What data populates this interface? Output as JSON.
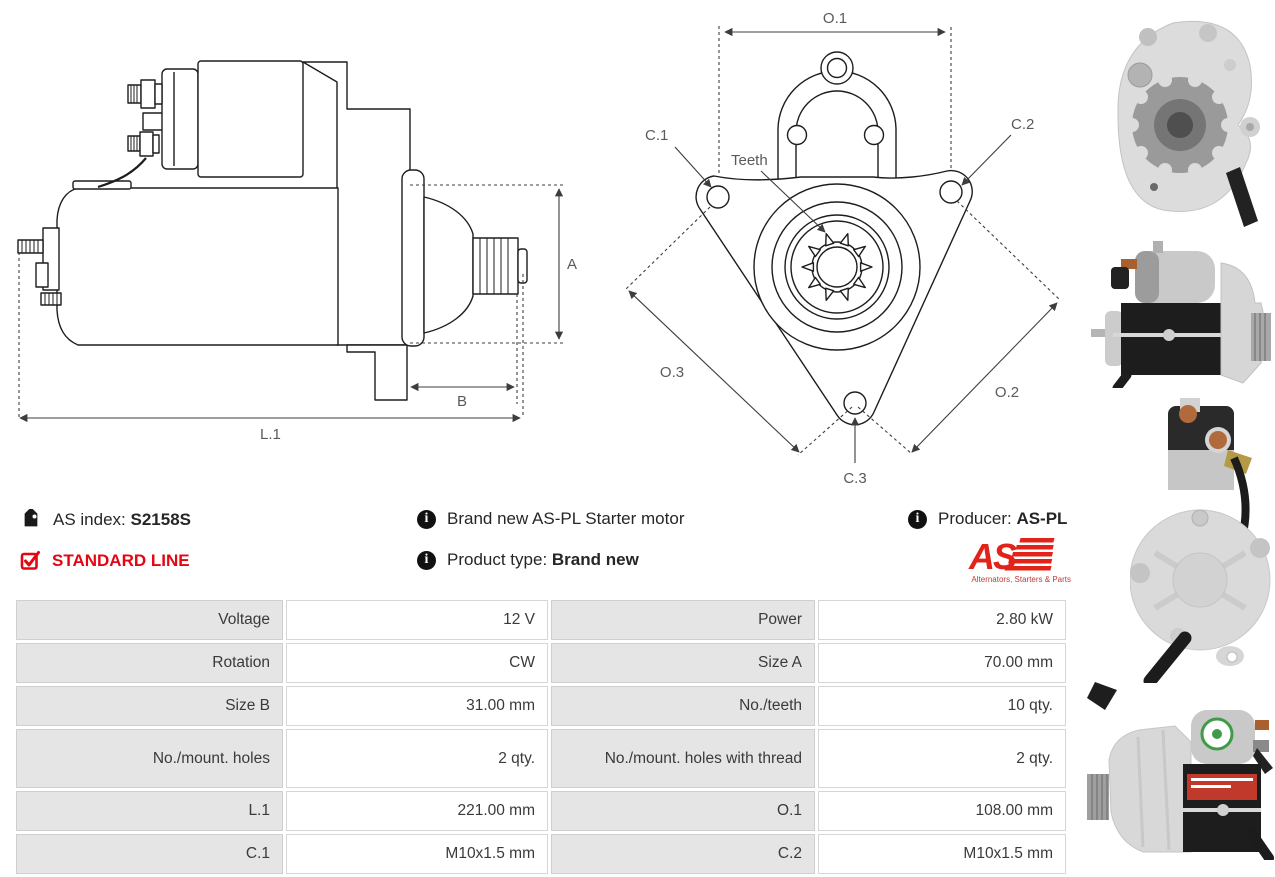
{
  "info": {
    "as_index_label": "AS index:",
    "as_index_value": "S2158S",
    "standard_line": "STANDARD LINE",
    "brand_new_text": "Brand new AS-PL Starter motor",
    "product_type_label": "Product type:",
    "product_type_value": "Brand new",
    "producer_label": "Producer:",
    "producer_value": "AS-PL"
  },
  "logo": {
    "name": "AS",
    "tagline": "Alternators, Starters & Parts",
    "color": "#e2231a"
  },
  "side_view": {
    "labels": {
      "a": "A",
      "b": "B",
      "l1": "L.1"
    }
  },
  "front_view": {
    "labels": {
      "o1": "O.1",
      "o2": "O.2",
      "o3": "O.3",
      "c1": "C.1",
      "c2": "C.2",
      "c3": "C.3",
      "teeth": "Teeth"
    }
  },
  "spec_table": {
    "rows": [
      {
        "c1l": "Voltage",
        "c1v": "12 V",
        "c2l": "Power",
        "c2v": "2.80 kW"
      },
      {
        "c1l": "Rotation",
        "c1v": "CW",
        "c2l": "Size A",
        "c2v": "70.00 mm"
      },
      {
        "c1l": "Size B",
        "c1v": "31.00 mm",
        "c2l": "No./teeth",
        "c2v": "10 qty."
      },
      {
        "c1l": "No./mount. holes",
        "c1v": "2 qty.",
        "c2l": "No./mount. holes with thread",
        "c2v": "2 qty."
      },
      {
        "c1l": "L.1",
        "c1v": "221.00 mm",
        "c2l": "O.1",
        "c2v": "108.00 mm"
      },
      {
        "c1l": "C.1",
        "c1v": "M10x1.5 mm",
        "c2l": "C.2",
        "c2v": "M10x1.5 mm"
      }
    ]
  },
  "colors": {
    "accent_red": "#e30613",
    "logo_red": "#e2231a",
    "table_label_bg": "#e5e5e5",
    "drawing_line": "#1d1d1d",
    "dim_label": "#5a5a5a"
  }
}
